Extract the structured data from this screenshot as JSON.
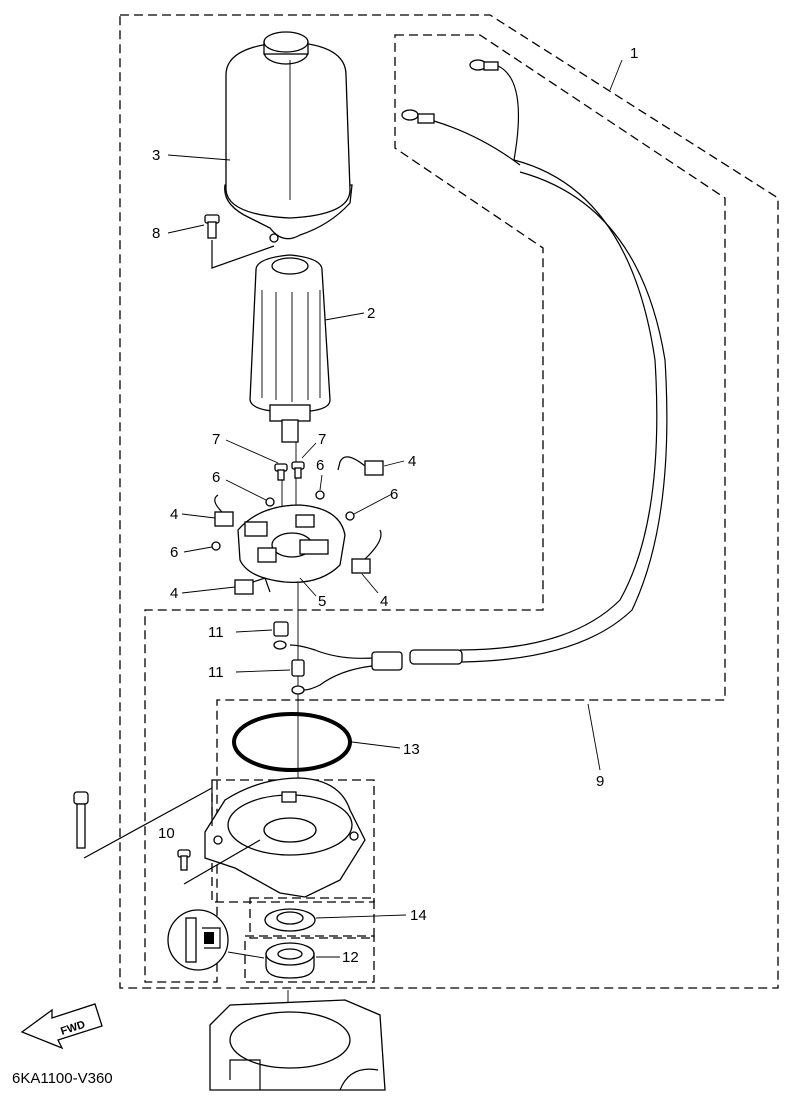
{
  "diagram": {
    "callouts": {
      "c1": "1",
      "c2": "2",
      "c3": "3",
      "c4a": "4",
      "c4b": "4",
      "c4c": "4",
      "c4d": "4",
      "c5": "5",
      "c6a": "6",
      "c6b": "6",
      "c6c": "6",
      "c6d": "6",
      "c7a": "7",
      "c7b": "7",
      "c8": "8",
      "c9": "9",
      "c10": "10",
      "c11a": "11",
      "c11b": "11",
      "c12": "12",
      "c13": "13",
      "c14": "14"
    },
    "fwd_label": "FWD",
    "drawing_code": "6KA1100-V360"
  }
}
